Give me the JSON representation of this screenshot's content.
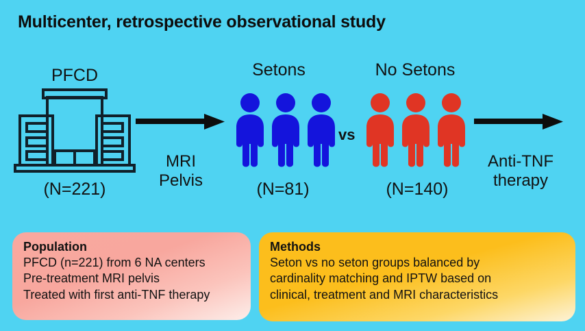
{
  "colors": {
    "background": "#4fd3f2",
    "text": "#111111",
    "setons_figure": "#1414dc",
    "no_setons_figure": "#e03524",
    "population_box": "#f9a89f",
    "methods_box": "#fcbe1c",
    "outline": "#10202a"
  },
  "title": "Multicenter, retrospective observational study",
  "flow": {
    "source": {
      "label": "PFCD",
      "count": "(N=221)",
      "icon": "hospital-building-icon"
    },
    "step1": {
      "arrow": "right-arrow-icon",
      "label_line1": "MRI",
      "label_line2": "Pelvis"
    },
    "groups": [
      {
        "id": "setons",
        "label": "Setons",
        "count": "(N=81)",
        "color": "#1414dc",
        "figures": 3
      },
      {
        "id": "no-setons",
        "label": "No Setons",
        "count": "(N=140)",
        "color": "#e03524",
        "figures": 3
      }
    ],
    "comparator": "vs",
    "step2": {
      "arrow": "right-arrow-icon",
      "label_line1": "Anti-TNF",
      "label_line2": "therapy"
    }
  },
  "boxes": {
    "population": {
      "heading": "Population",
      "lines": [
        "PFCD (n=221) from 6 NA centers",
        "Pre-treatment MRI pelvis",
        "Treated with first anti-TNF therapy"
      ]
    },
    "methods": {
      "heading": "Methods",
      "lines": [
        "Seton vs no seton groups balanced by",
        "cardinality matching and IPTW based on",
        "clinical, treatment and MRI characteristics"
      ]
    }
  }
}
